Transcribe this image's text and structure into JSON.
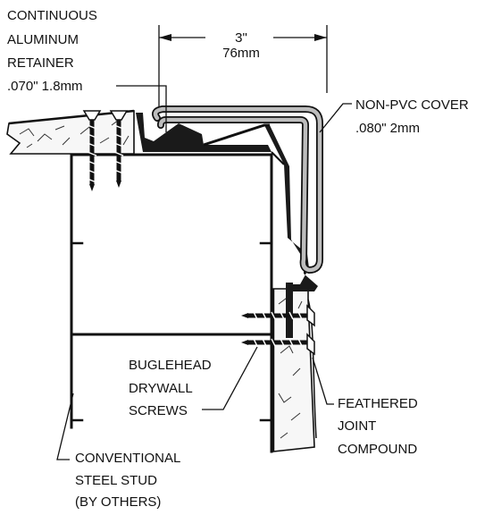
{
  "colors": {
    "ink": "#111111",
    "cover_fill": "#bdbdbd",
    "retainer_fill": "#1a1a1a",
    "drywall_fill": "#f7f7f7",
    "background": "#ffffff"
  },
  "dimension": {
    "inches": "3\"",
    "mm": "76mm"
  },
  "labels": {
    "retainer": {
      "line1": "CONTINUOUS",
      "line2": "ALUMINUM",
      "line3": "RETAINER",
      "line4": ".070\"  1.8mm"
    },
    "cover": {
      "line1": "NON-PVC COVER",
      "line2": ".080\"  2mm"
    },
    "screws": {
      "line1": "BUGLEHEAD",
      "line2": "DRYWALL",
      "line3": "SCREWS"
    },
    "compound": {
      "line1": "FEATHERED",
      "line2": "JOINT",
      "line3": "COMPOUND"
    },
    "stud": {
      "line1": "CONVENTIONAL",
      "line2": "STEEL STUD",
      "line3": "(BY OTHERS)"
    }
  },
  "icons": {
    "screw": "drywall-screw-icon",
    "hatch": "gypsum-hatch-pattern"
  }
}
